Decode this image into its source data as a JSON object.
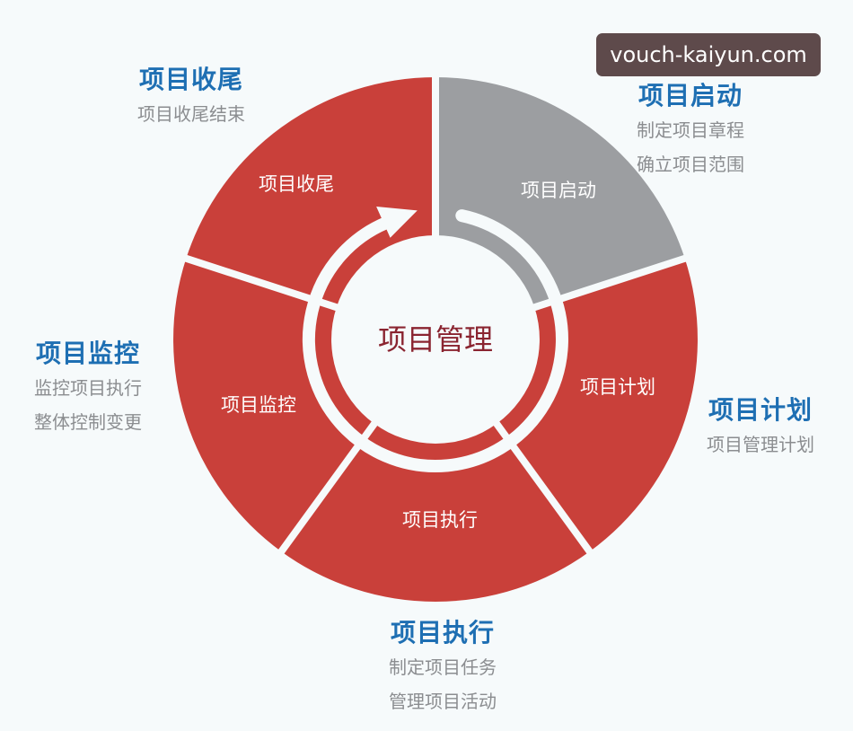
{
  "watermark": "vouch-kaiyun.com",
  "center": {
    "label": "项目管理"
  },
  "colors": {
    "background": "#f6fafb",
    "segment_red": "#c9403a",
    "segment_gray": "#9c9ea1",
    "callout_title": "#1e6fb3",
    "callout_desc": "#8b8d90",
    "center_text": "#8a2430",
    "watermark_bg": "#5e4a4b"
  },
  "segments": [
    {
      "label": "项目启动",
      "color": "gray"
    },
    {
      "label": "项目计划",
      "color": "red"
    },
    {
      "label": "项目执行",
      "color": "red"
    },
    {
      "label": "项目监控",
      "color": "red"
    },
    {
      "label": "项目收尾",
      "color": "red"
    }
  ],
  "callouts": {
    "initiation": {
      "title": "项目启动",
      "lines": [
        "制定项目章程",
        "确立项目范围"
      ]
    },
    "planning": {
      "title": "项目计划",
      "lines": [
        "项目管理计划"
      ]
    },
    "execution": {
      "title": "项目执行",
      "lines": [
        "制定项目任务",
        "管理项目活动"
      ]
    },
    "monitoring": {
      "title": "项目监控",
      "lines": [
        "监控项目执行",
        "整体控制变更"
      ]
    },
    "closing": {
      "title": "项目收尾",
      "lines": [
        "项目收尾结束"
      ]
    }
  }
}
